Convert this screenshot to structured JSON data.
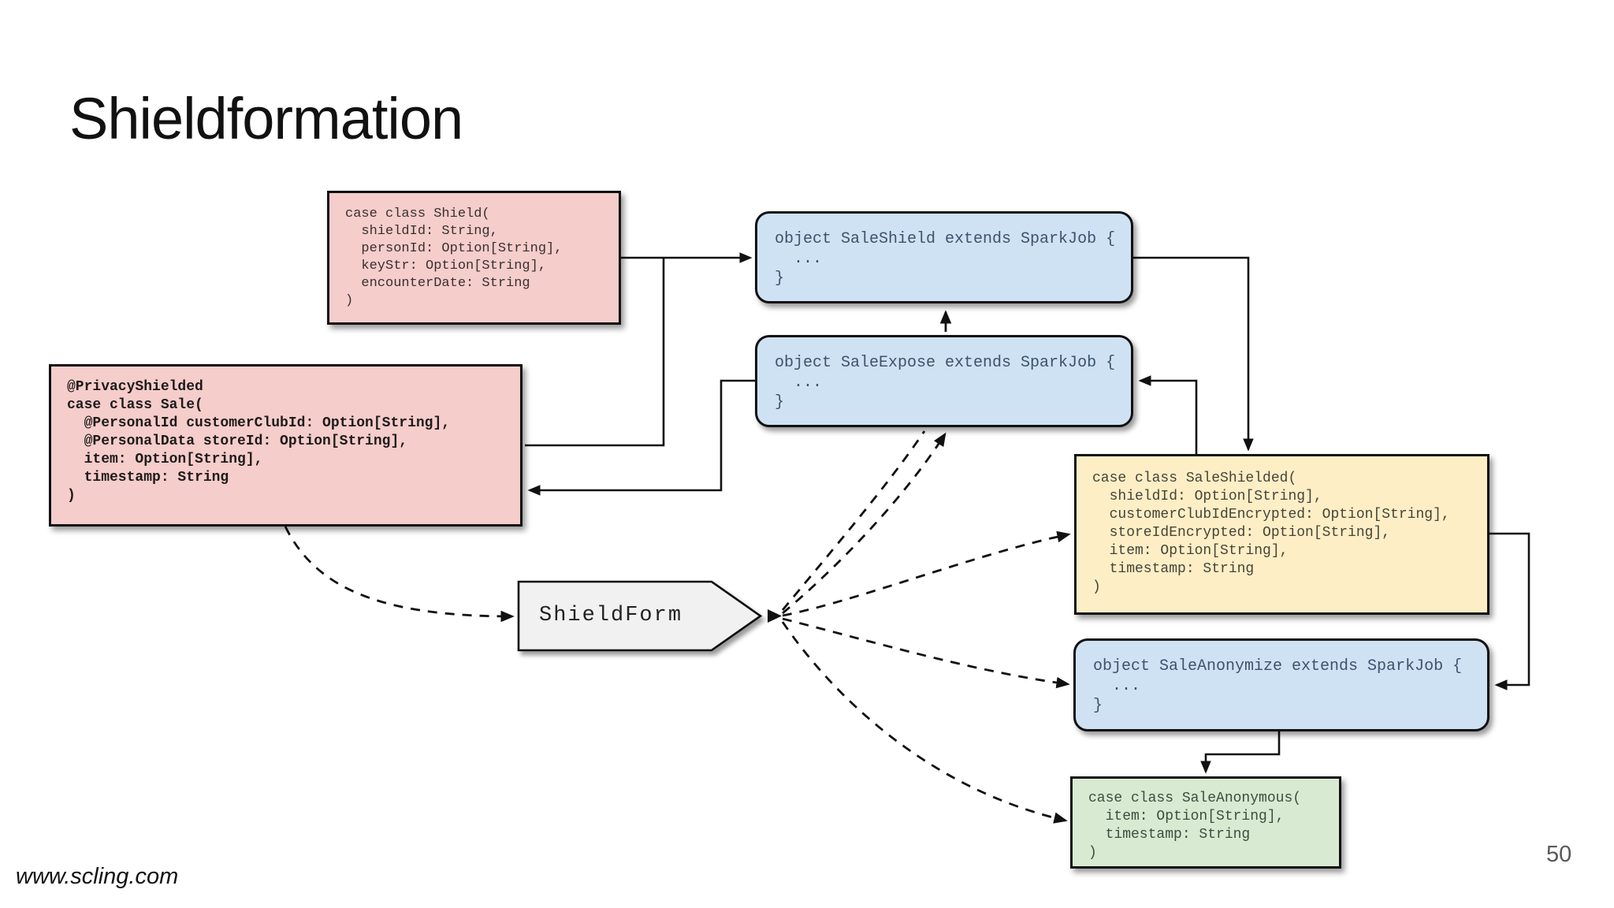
{
  "slide": {
    "title": "Shieldformation",
    "footer": "www.scling.com",
    "page_number": "50"
  },
  "colors": {
    "pink": "#f5cdcb",
    "blue": "#cfe2f3",
    "yellow": "#fdeec5",
    "green": "#d9ead3",
    "gray": "#f1f1f1",
    "border": "#111111",
    "page_number": "#595959"
  },
  "boxes": {
    "shield": {
      "kind": "case class",
      "lines": [
        "case class Shield(",
        "  shieldId: String,",
        "  personId: Option[String],",
        "  keyStr: Option[String],",
        "  encounterDate: String",
        ")"
      ]
    },
    "sale": {
      "kind": "case class",
      "lines": [
        "@PrivacyShielded",
        "case class Sale(",
        "  @PersonalId customerClubId: Option[String],",
        "  @PersonalData storeId: Option[String],",
        "  item: Option[String],",
        "  timestamp: String",
        ")"
      ]
    },
    "sale_shield_job": {
      "kind": "spark job",
      "lines": [
        "object SaleShield extends SparkJob {",
        "  ...",
        "}"
      ]
    },
    "sale_expose_job": {
      "kind": "spark job",
      "lines": [
        "object SaleExpose extends SparkJob {",
        "  ...",
        "}"
      ]
    },
    "sale_shielded": {
      "kind": "case class",
      "lines": [
        "case class SaleShielded(",
        "  shieldId: Option[String],",
        "  customerClubIdEncrypted: Option[String],",
        "  storeIdEncrypted: Option[String],",
        "  item: Option[String],",
        "  timestamp: String",
        ")"
      ]
    },
    "sale_anonymize_job": {
      "kind": "spark job",
      "lines": [
        "object SaleAnonymize extends SparkJob {",
        "  ...",
        "}"
      ]
    },
    "sale_anonymous": {
      "kind": "case class",
      "lines": [
        "case class SaleAnonymous(",
        "  item: Option[String],",
        "  timestamp: String",
        ")"
      ]
    },
    "shieldform": {
      "label": "ShieldForm"
    }
  }
}
